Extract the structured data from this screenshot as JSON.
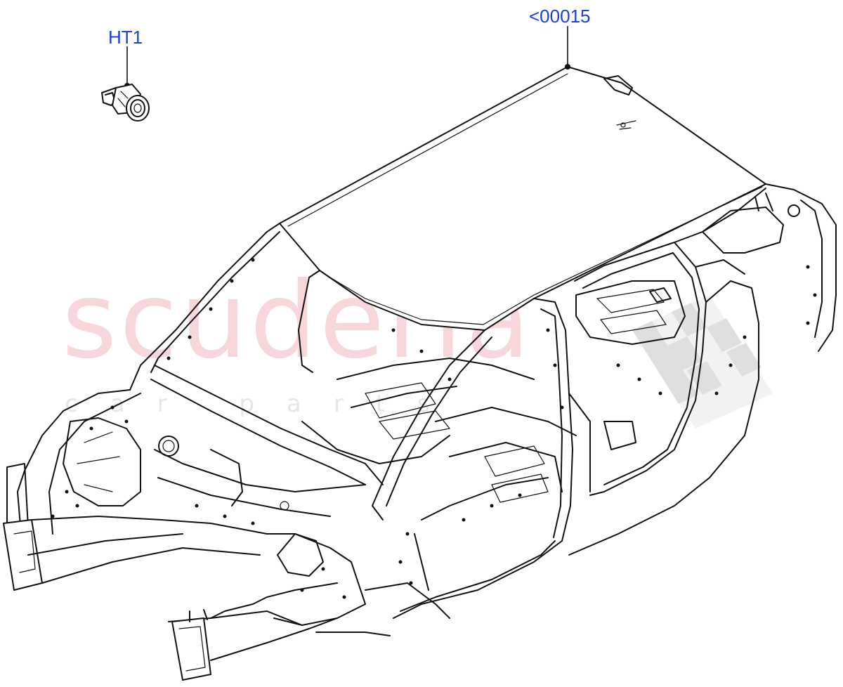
{
  "callouts": [
    {
      "id": "roof-panel",
      "label": "<00015"
    },
    {
      "id": "plug",
      "label": "HT1"
    }
  ],
  "watermark": {
    "main": "scuderia",
    "sub": "car parts",
    "color": "#f2b7bd"
  },
  "colors": {
    "callout_text": "#1f3fd6",
    "line_art": "#111111"
  },
  "icons": {
    "plug": "blanking-plug-icon",
    "checkered_flag": "checkered-flag-icon"
  }
}
